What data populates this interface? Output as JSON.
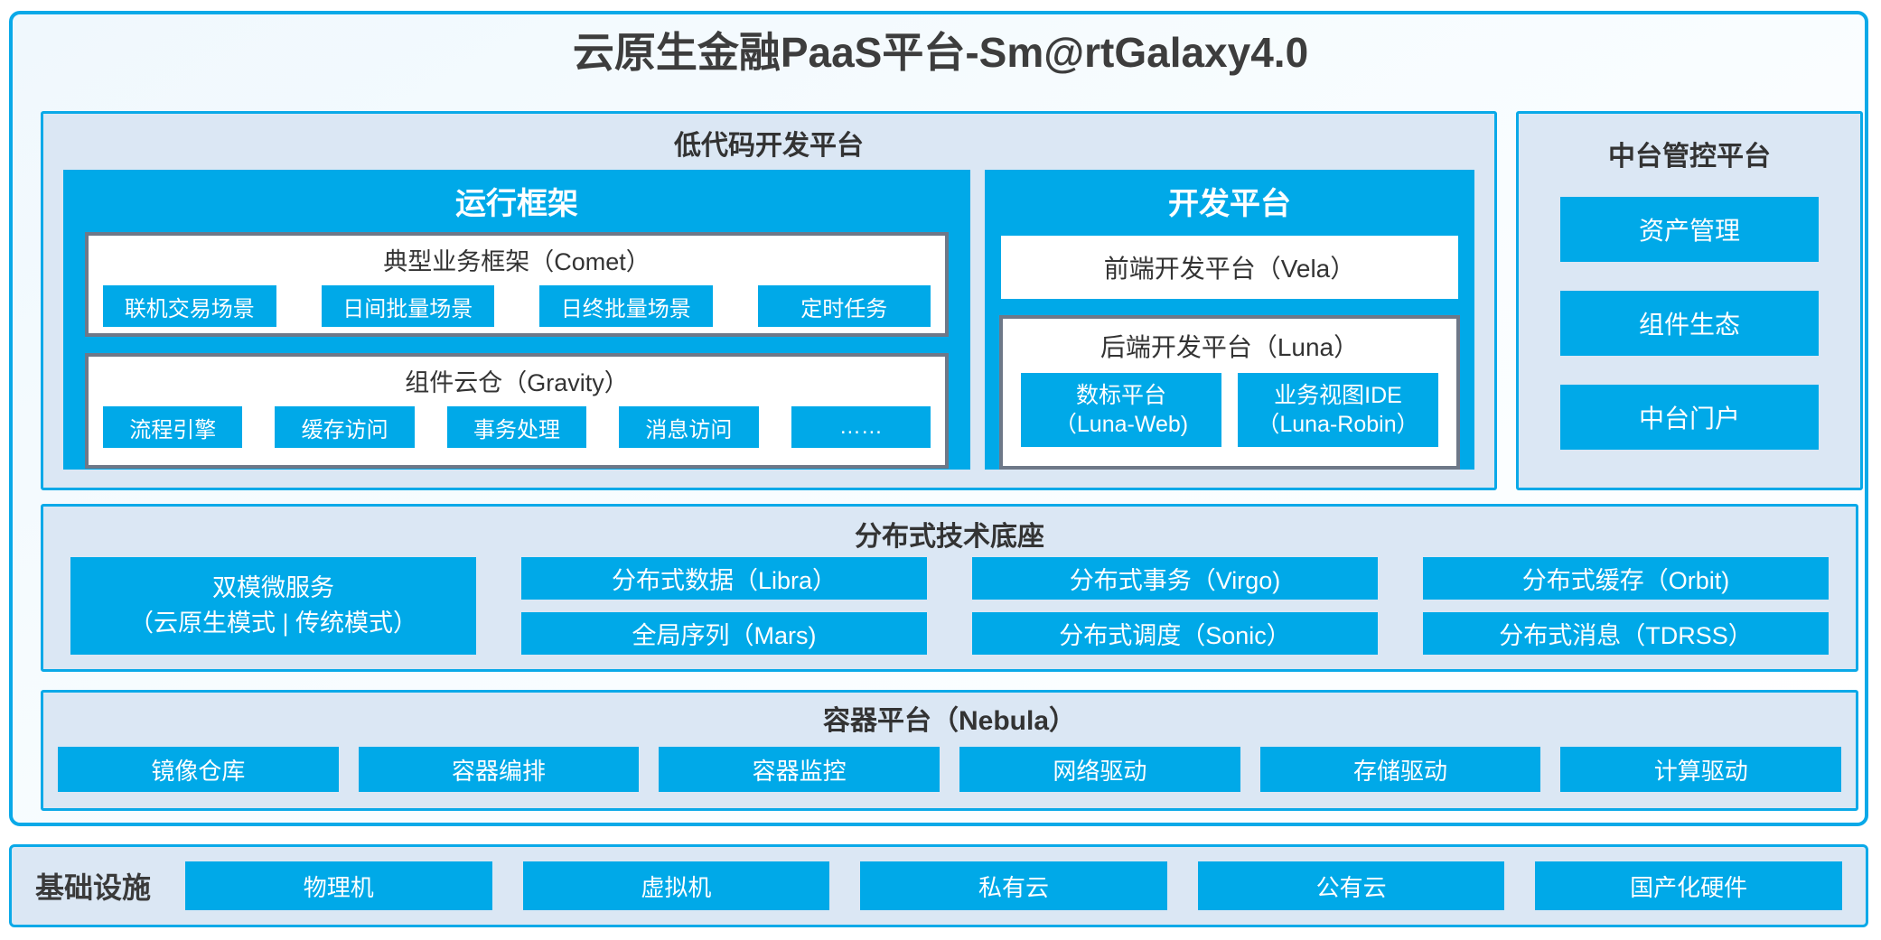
{
  "title": "云原生金融PaaS平台-Sm@rtGalaxy4.0",
  "colors": {
    "accent_blue": "#00A9E8",
    "panel_fill": "#DBE7F4",
    "gray_border": "#6E7888",
    "dark_text": "#3D3D3D"
  },
  "low_code": {
    "title": "低代码开发平台",
    "runtime": {
      "title": "运行框架",
      "comet": {
        "title": "典型业务框架（Comet）",
        "items": [
          "联机交易场景",
          "日间批量场景",
          "日终批量场景",
          "定时任务"
        ]
      },
      "gravity": {
        "title": "组件云仓（Gravity）",
        "items": [
          "流程引擎",
          "缓存访问",
          "事务处理",
          "消息访问",
          "……"
        ]
      }
    },
    "dev": {
      "title": "开发平台",
      "vela": "前端开发平台（Vela）",
      "luna": {
        "title": "后端开发平台（Luna）",
        "items": [
          {
            "line1": "数标平台",
            "line2": "（Luna-Web)"
          },
          {
            "line1": "业务视图IDE",
            "line2": "（Luna-Robin）"
          }
        ]
      }
    }
  },
  "mid_platform": {
    "title": "中台管控平台",
    "items": [
      "资产管理",
      "组件生态",
      "中台门户"
    ]
  },
  "distributed": {
    "title": "分布式技术底座",
    "dual_mode": {
      "line1": "双模微服务",
      "line2": "（云原生模式 | 传统模式）"
    },
    "columns": [
      {
        "top": "分布式数据（Libra）",
        "bottom": "全局序列（Mars)"
      },
      {
        "top": "分布式事务（Virgo)",
        "bottom": "分布式调度（Sonic）"
      },
      {
        "top": "分布式缓存（Orbit)",
        "bottom": "分布式消息（TDRSS）"
      }
    ]
  },
  "container_platform": {
    "title": "容器平台（Nebula）",
    "items": [
      "镜像仓库",
      "容器编排",
      "容器监控",
      "网络驱动",
      "存储驱动",
      "计算驱动"
    ]
  },
  "infrastructure": {
    "label": "基础设施",
    "items": [
      "物理机",
      "虚拟机",
      "私有云",
      "公有云",
      "国产化硬件"
    ]
  }
}
